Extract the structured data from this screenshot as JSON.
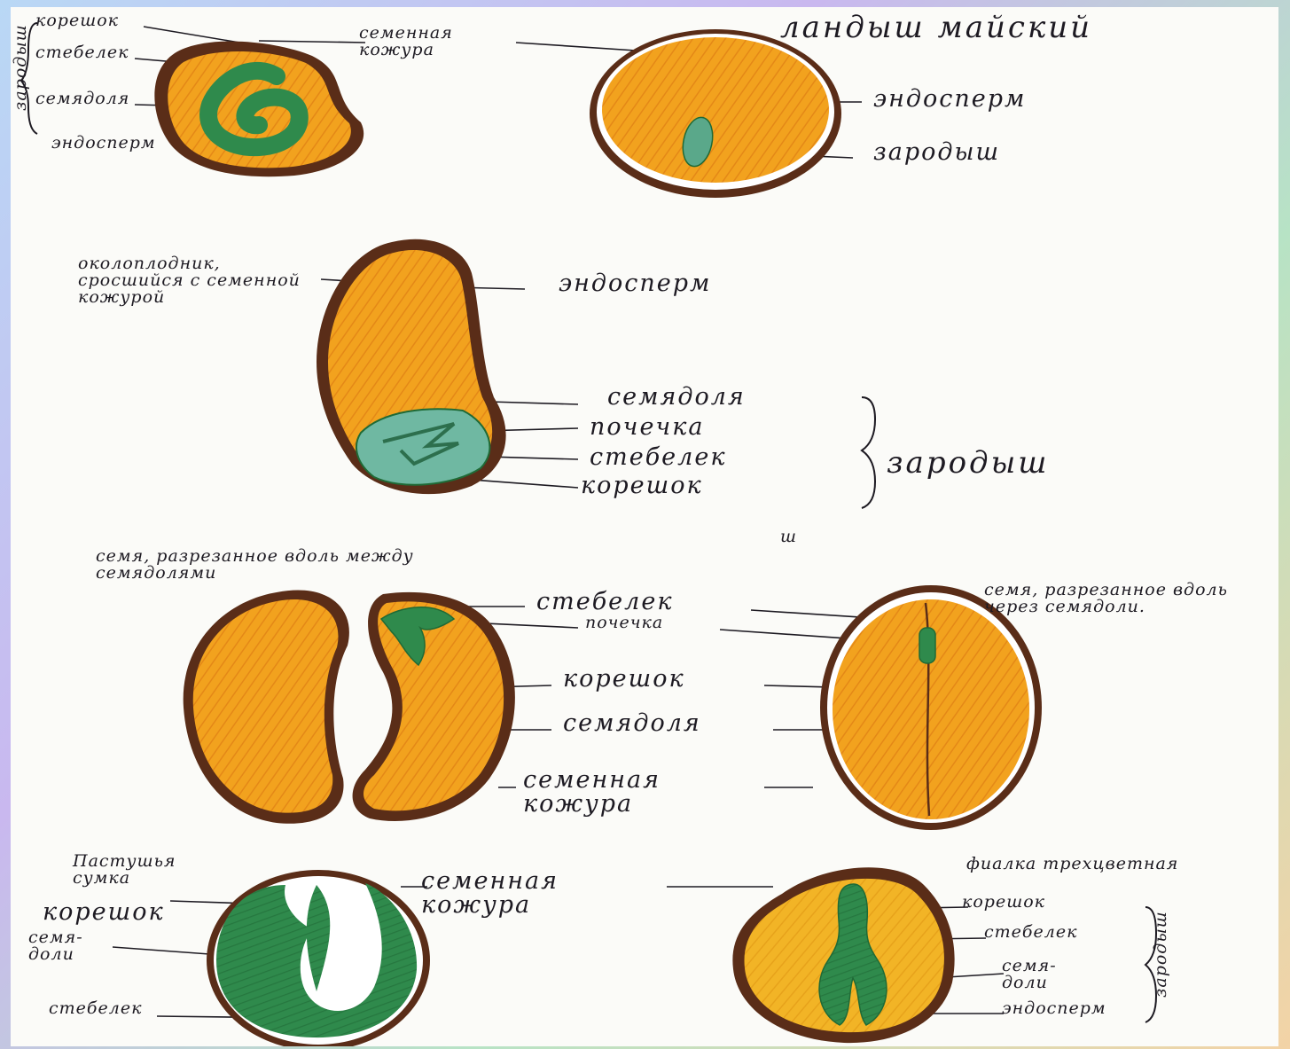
{
  "title": "ландыш майский",
  "fig1": {
    "group": "зародыш",
    "root": "корешок",
    "stem": "стебелек",
    "cotyledon": "семядоля",
    "endosperm": "эндосперм",
    "coat": "семенная кожура"
  },
  "fig2": {
    "endosperm": "эндосперм",
    "embryo": "зародыш"
  },
  "fig3": {
    "pericarp": "околоплодник, сросшийся с семенной кожурой",
    "endosperm": "эндосперм",
    "cotyledon": "семядоля",
    "bud": "почечка",
    "stem": "стебелек",
    "root": "корешок",
    "group": "зародыш",
    "mark": "ш"
  },
  "fig4": {
    "caption_left": "семя, разрезанное вдоль между семядолями",
    "caption_right": "семя, разрезанное вдоль через семядоли.",
    "stem": "стебелек",
    "bud": "почечка",
    "root": "корешок",
    "cotyledon": "семядоля",
    "coat": "семенная кожура"
  },
  "fig5": {
    "caption": "Пастушья сумка",
    "coat": "семенная кожура",
    "root": "корешок",
    "cotyledon": "семя-доли",
    "stem": "стебелек"
  },
  "fig6": {
    "caption": "фиалка трехцветная",
    "root": "корешок",
    "stem": "стебелек",
    "cotyledon": "семя-доли",
    "endosperm": "эндосперм",
    "group": "зародыш"
  },
  "colors": {
    "coat": "#5a2d18",
    "endosperm": "#f0a020",
    "embryo": "#2f8a4c",
    "ink": "#1d1a22"
  }
}
